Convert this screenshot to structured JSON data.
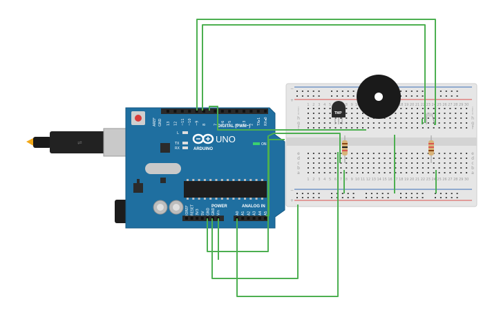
{
  "arduino": {
    "brand": "ARDUINO",
    "model": "UNO",
    "digital_label": "DIGITAL (PWM~)",
    "power_label": "POWER",
    "analog_label": "ANALOG IN",
    "led_l": "L",
    "led_tx": "TX",
    "led_rx": "RX",
    "on_label": "ON",
    "aref": "AREF",
    "gnd_top": "GND",
    "digital_pins": [
      "13",
      "12",
      "~11",
      "~10",
      "~9",
      "8",
      "7",
      "~6",
      "~5",
      "4",
      "~3",
      "2",
      "TX▸1",
      "RX◂0"
    ],
    "power_pins": [
      "IOREF",
      "RESET",
      "3V3",
      "5V",
      "GND",
      "GND",
      "Vin"
    ],
    "analog_pins": [
      "A0",
      "A1",
      "A2",
      "A3",
      "A4",
      "A5"
    ]
  },
  "breadboard": {
    "rail_plus": "+",
    "rail_minus": "−",
    "rows_top": [
      "j",
      "i",
      "h",
      "g",
      "f"
    ],
    "rows_bottom": [
      "e",
      "d",
      "c",
      "b",
      "a"
    ],
    "col_labels": [
      "1",
      "2",
      "3",
      "4",
      "5",
      "6",
      "7",
      "8",
      "9",
      "10",
      "11",
      "12",
      "13",
      "14",
      "15",
      "16",
      "17",
      "18",
      "19",
      "20",
      "21",
      "22",
      "23",
      "24",
      "25",
      "26",
      "27",
      "28",
      "29",
      "30"
    ]
  },
  "components": {
    "temp_sensor_label": "TMP"
  },
  "colors": {
    "board": "#1f6fa0",
    "wire": "#4caf50",
    "breadboard": "#e8e8e8",
    "rail_red": "#d9534f",
    "rail_blue": "#3a6fb5",
    "led_green": "#3bd16f"
  }
}
